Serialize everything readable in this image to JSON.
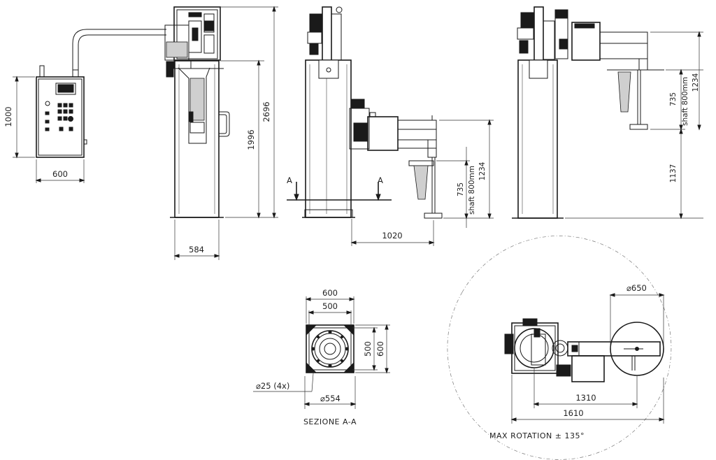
{
  "dimensions": {
    "panel_height": "1000",
    "panel_width": "600",
    "base_width": "584",
    "column_height": "1996",
    "total_height": "2696",
    "arm_reach": "1020",
    "stroke_735": "735",
    "shaft_800": "shaft 800mm",
    "arm_height": "1234",
    "right_stroke_735": "735",
    "right_shaft_800": "shaft 800mm",
    "right_arm_height": "1234",
    "right_low_height": "1137",
    "section_outer": "600",
    "section_inner": "500",
    "section_inner_v": "500",
    "section_outer_v": "600",
    "hole_dia": "⌀25 (4x)",
    "bolt_circle": "⌀554",
    "plate_dia": "⌀650",
    "reach_1310": "1310",
    "reach_1610": "1610"
  },
  "labels": {
    "section_mark_left": "A",
    "section_mark_right": "A",
    "section_title": "SEZIONE A-A",
    "rotation": "MAX ROTATION ± 135°"
  }
}
